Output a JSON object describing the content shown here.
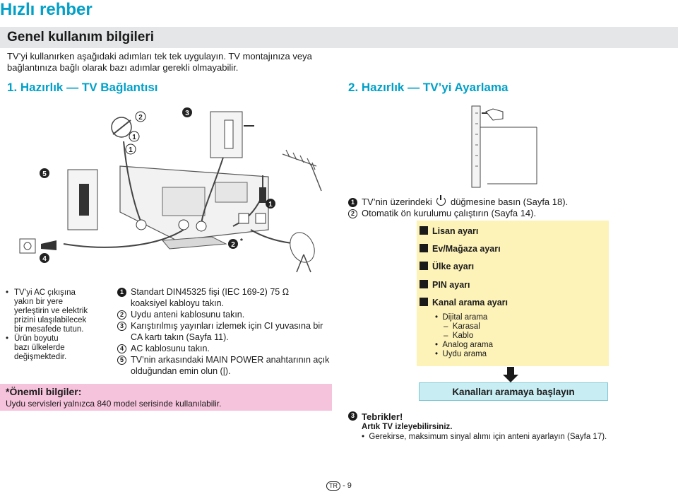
{
  "page_title": "Hızlı rehber",
  "section_title": "Genel kullanım bilgileri",
  "intro_line1": "TV’yi kullanırken aşağıdaki adımları tek tek uygulayın. TV montajınıza veya",
  "intro_line2": "bağlantınıza bağlı olarak bazı adımlar gerekli olmayabilir.",
  "step1_heading": "1. Hazırlık — TV Bağlantısı",
  "step2_heading": "2. Hazırlık — TV’yi Ayarlama",
  "left_notes": [
    {
      "lines": [
        "TV’yi AC çıkışına",
        "yakın bir yere",
        "yerleştirin ve elektrik",
        "prizini ulaşılabilecek",
        "bir mesafede tutun."
      ]
    },
    {
      "lines": [
        "Ürün boyutu",
        "bazı ülkelerde",
        "değişmektedir."
      ]
    }
  ],
  "connection_steps": [
    {
      "num": "1",
      "lines": [
        "Standart DIN45325 fişi (IEC 169-2) 75 Ω",
        "koaksiyel kabloyu takın."
      ]
    },
    {
      "num": "2",
      "lines": [
        "Uydu anteni kablosunu takın."
      ]
    },
    {
      "num": "3",
      "lines": [
        "Karıştırılmış yayınları izlemek için CI yuvasına bir",
        "CA kartı takın (Sayfa 11)."
      ]
    },
    {
      "num": "4",
      "lines": [
        "AC kablosunu takın."
      ]
    },
    {
      "num": "5",
      "lines": [
        "TV’nin arkasındaki MAIN POWER anahtarının açık",
        "olduğundan emin olun (|)."
      ]
    }
  ],
  "important_title": "*Önemli bilgiler:",
  "important_text": "Uydu servisleri yalnızca 840 model serisinde kullanılabilir.",
  "setup_steps": [
    {
      "num": "1",
      "before": "TV’nin üzerindeki",
      "after": "düğmesine basın (Sayfa 18)."
    },
    {
      "num": "2",
      "before": "Otomatik ön kurulumu çalıştırın (Sayfa 14).",
      "after": ""
    }
  ],
  "setup_items": [
    "Lisan ayarı",
    "Ev/Mağaza ayarı",
    "Ülke ayarı",
    "PIN ayarı",
    "Kanal arama ayarı"
  ],
  "channel_options": [
    {
      "type": "bullet",
      "text": "Dijital arama"
    },
    {
      "type": "dash",
      "text": "Karasal"
    },
    {
      "type": "dash",
      "text": "Kablo"
    },
    {
      "type": "bullet",
      "text": "Analog arama"
    },
    {
      "type": "bullet",
      "text": "Uydu arama"
    }
  ],
  "scan_button": "Kanalları aramaya başlayın",
  "congrats": {
    "num": "3",
    "title": "Tebrikler!",
    "subtitle": "Artık TV izleyebilirsiniz.",
    "bullet": "Gerekirse, maksimum sinyal alımı için anteni ayarlayın (Sayfa 17)."
  },
  "diagram_callouts": [
    "1",
    "2",
    "3",
    "4",
    "5",
    "1",
    "1",
    "2*"
  ],
  "footer": {
    "lang": "TR",
    "page": "- 9"
  },
  "colors": {
    "accent": "#00a0c8",
    "yellow_box": "#fdf2b8",
    "pink_box": "#f6c3dc",
    "cyan_button": "#c8eef4",
    "section_bar": "#e4e6e8"
  }
}
